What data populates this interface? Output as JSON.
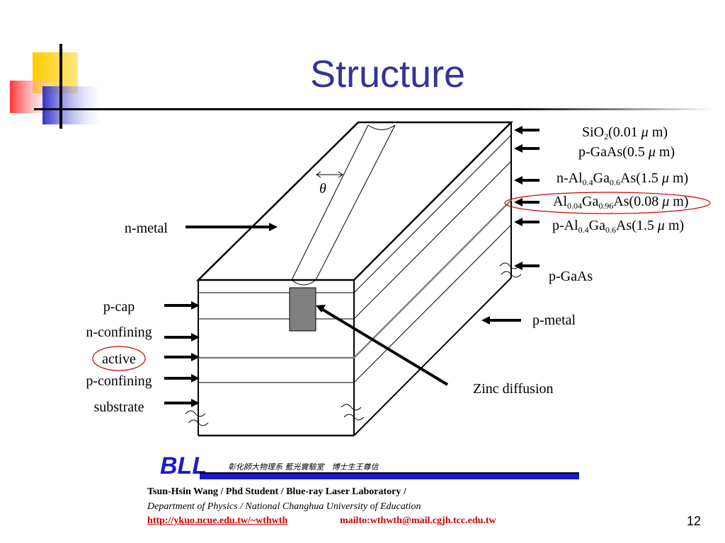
{
  "slide": {
    "title": "Structure",
    "page_number": "12"
  },
  "diagram": {
    "left_labels": {
      "n_metal": "n-metal",
      "p_cap": "p-cap",
      "n_confining": "n-confining",
      "active": "active",
      "p_confining": "p-confining",
      "substrate": "substrate"
    },
    "right_labels": {
      "sio2": {
        "prefix": "SiO",
        "sub": "2",
        "suffix": "(0.01 ",
        "mu": "μ",
        "unit": " m)"
      },
      "pgaas_top": {
        "prefix": "p-GaAs(0.5 ",
        "mu": "μ",
        "unit": " m)"
      },
      "n_algaas": {
        "p1": "n-Al",
        "s1": "0.4",
        "p2": "Ga",
        "s2": "0.6",
        "p3": "As(1.5 ",
        "mu": "μ",
        "unit": " m)"
      },
      "active_algaas": {
        "p1": "Al",
        "s1": "0.04",
        "p2": "Ga",
        "s2": "0.96",
        "p3": "As(0.08 ",
        "mu": "μ",
        "unit": " m)"
      },
      "p_algaas": {
        "p1": "p-Al",
        "s1": "0.4",
        "p2": "Ga",
        "s2": "0.6",
        "p3": "As(1.5 ",
        "mu": "μ",
        "unit": " m)"
      },
      "pgaas_sub": "p-GaAs",
      "p_metal": "p-metal"
    },
    "zinc_label": "Zinc diffusion",
    "theta": "θ",
    "colors": {
      "highlight_circle": "#cc0000",
      "zinc_region": "#808080",
      "active_line": "#808080"
    }
  },
  "footer": {
    "logo": "BLL",
    "chinese_text": "彰化師大物理系 藍光實驗室　博士生王尊信",
    "author_line": "Tsun-Hsin Wang / Phd Student / Blue-ray Laser Laboratory /",
    "dept_line": "Department of Physics / National Changhua University of Education",
    "url": "http://ykuo.ncue.edu.tw/~wthwth",
    "mail": "mailto:wthwth@mail.cgjh.tcc.edu.tw",
    "colors": {
      "logo": "#1a1acc",
      "link": "#cc0000"
    }
  },
  "decoration": {
    "icon": "colored-squares-logo-icon",
    "colors": {
      "yellow": "#ffcc00",
      "red": "#ff3333",
      "blue": "#3333cc"
    }
  }
}
